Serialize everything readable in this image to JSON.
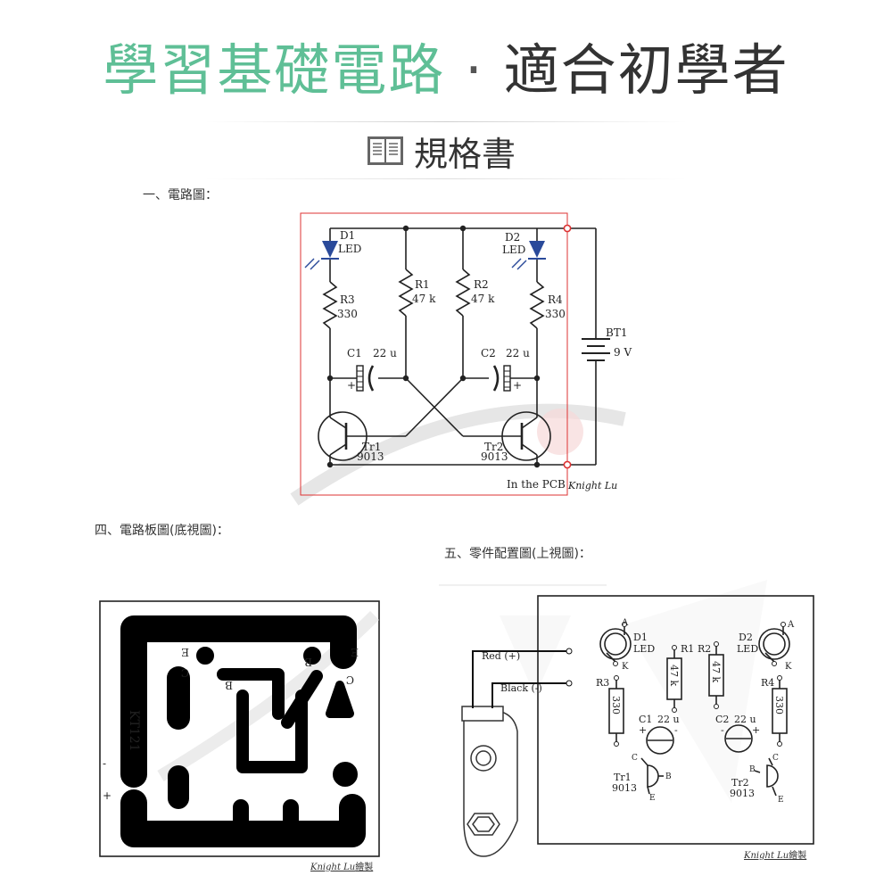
{
  "header": {
    "title_left": "學習基礎電路",
    "separator": "·",
    "title_right": "適合初學者",
    "spec_title": "規格書",
    "accent_color": "#5fbf96"
  },
  "sections": {
    "schematic": "一、電路圖：",
    "pcb_bottom": "四、電路板圖(底視圖)：",
    "layout_top": "五、零件配置圖(上視圖)："
  },
  "schematic": {
    "d1_ref": "D1",
    "d1_type": "LED",
    "d2_ref": "D2",
    "d2_type": "LED",
    "r1_ref": "R1",
    "r1_value": "47 k",
    "r2_ref": "R2",
    "r2_value": "47 k",
    "r3_ref": "R3",
    "r3_value": "330",
    "r4_ref": "R4",
    "r4_value": "330",
    "c1_ref": "C1",
    "c1_value": "22 u",
    "c2_ref": "C2",
    "c2_value": "22 u",
    "c1_plus": "+",
    "c2_plus": "+",
    "tr1_ref": "Tr1",
    "tr1_type": "9013",
    "tr2_ref": "Tr2",
    "tr2_type": "9013",
    "bt1_ref": "BT1",
    "bt1_value": "9 V",
    "pcb_note": "In the PCB",
    "signature": "Knight Lu"
  },
  "pcb": {
    "board_id": "KT121",
    "label_e_left": "E",
    "label_e_right": "E",
    "label_c_left": "C",
    "label_c_right": "C",
    "label_b_left": "B",
    "label_b_right": "B",
    "label_minus": "-",
    "label_plus": "+",
    "credit_name": "Knight Lu",
    "credit_suffix": "繪製"
  },
  "layout": {
    "wire_red": "Red (+)",
    "wire_black": "Black (-)",
    "d1_ref": "D1",
    "d1_type": "LED",
    "d2_ref": "D2",
    "d2_type": "LED",
    "anode": "A",
    "cathode": "K",
    "r1_ref": "R1",
    "r1_value": "47 k",
    "r2_ref": "R2",
    "r2_value": "47 k",
    "r3_ref": "R3",
    "r3_value": "330",
    "r4_ref": "R4",
    "r4_value": "330",
    "c1_ref": "C1",
    "c1_value": "22 u",
    "c2_ref": "C2",
    "c2_value": "22 u",
    "plus": "+",
    "minus": "-",
    "tr1_ref": "Tr1",
    "tr1_type": "9013",
    "tr2_ref": "Tr2",
    "tr2_type": "9013",
    "pin_c": "C",
    "pin_b": "B",
    "pin_e": "E",
    "credit_name": "Knight Lu",
    "credit_suffix": "繪製"
  }
}
